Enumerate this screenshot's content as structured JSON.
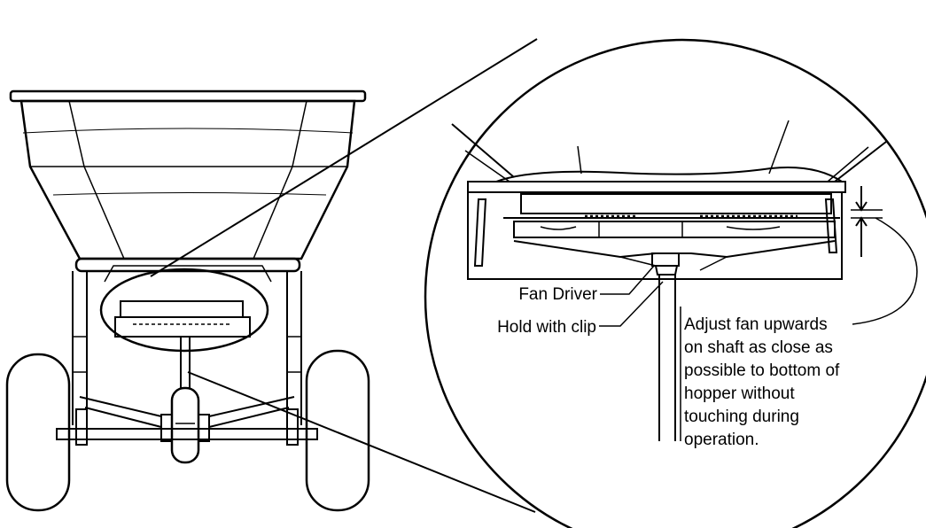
{
  "labels": {
    "fan_driver": "Fan Driver",
    "hold_with_clip": "Hold with clip",
    "adjust_note": [
      "Adjust fan upwards",
      "on shaft as close as",
      "possible to bottom of",
      "hopper without",
      "touching during",
      "operation."
    ]
  },
  "colors": {
    "line": "#000000",
    "background": "#ffffff"
  }
}
